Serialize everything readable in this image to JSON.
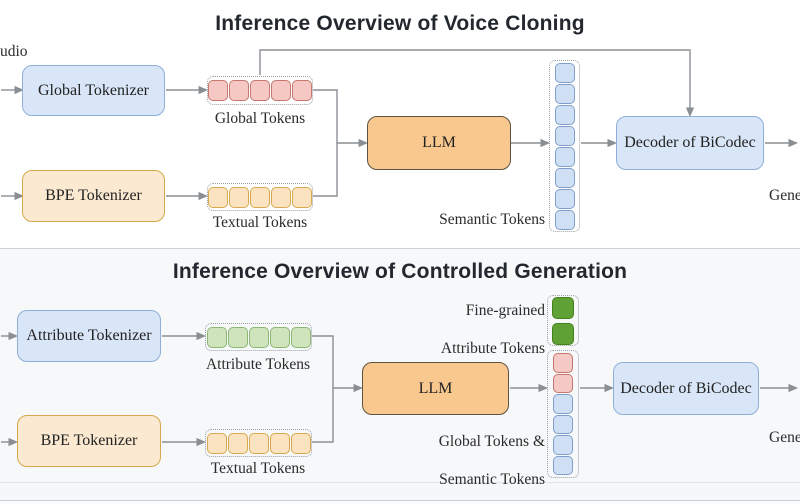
{
  "section1": {
    "title": "Inference Overview of Voice Cloning",
    "partial_left": "udio",
    "partial_right": "Gene",
    "global_tokenizer": "Global Tokenizer",
    "bpe_tokenizer": "BPE Tokenizer",
    "llm": "LLM",
    "decoder": "Decoder of BiCodec",
    "global_tokens_label": "Global Tokens",
    "textual_tokens_label": "Textual Tokens",
    "semantic_tokens_label": "Semantic Tokens"
  },
  "section2": {
    "title": "Inference Overview of Controlled Generation",
    "partial_right": "Gene",
    "attribute_tokenizer": "Attribute Tokenizer",
    "bpe_tokenizer": "BPE Tokenizer",
    "llm": "LLM",
    "decoder": "Decoder of BiCodec",
    "attribute_tokens_label": "Attribute Tokens",
    "textual_tokens_label": "Textual Tokens",
    "fine_grained_line1": "Fine-grained",
    "fine_grained_line2": "Attribute Tokens",
    "global_semantic_line1": "Global Tokens &",
    "global_semantic_line2": "Semantic Tokens"
  },
  "tokens": {
    "global": {
      "count": 5,
      "fill": "#f5c8c4",
      "border": "#c5766e"
    },
    "textual": {
      "count": 5,
      "fill": "#fbe3c2",
      "border": "#d8a94e"
    },
    "semantic": {
      "count": 8,
      "fill": "#d0e0f4",
      "border": "#7f9fca"
    },
    "attribute": {
      "count": 5,
      "fill": "#cfe3bd",
      "border": "#8cb873"
    },
    "fine_grained": {
      "count": 2,
      "fill": "#5fa134",
      "border": "#46801d"
    },
    "gs_pink": {
      "count": 2,
      "fill": "#f5cac6",
      "border": "#c5766e"
    },
    "gs_blue": {
      "count": 4,
      "fill": "#d0e0f4",
      "border": "#7f9fca"
    }
  },
  "colors": {
    "box_blue_fill": "#d9e6f8",
    "box_blue_border": "#8fafd7",
    "box_cream_fill": "#fbe9d1",
    "box_cream_border": "#d5a94b",
    "box_orange_fill": "#f8c88f",
    "arrow": "#8a8f94",
    "title": "#23272e",
    "label": "#2b2b2b",
    "section2_bg": "#f6f8fa",
    "divider": "#ccd1d6"
  }
}
